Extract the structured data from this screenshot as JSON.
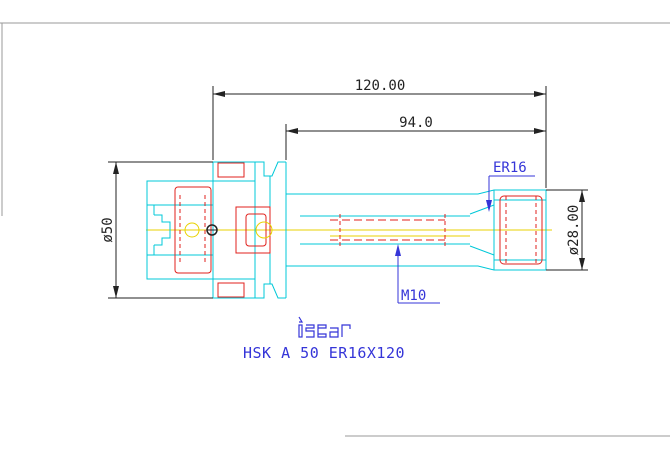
{
  "dimensions": {
    "overall_length": "120.00",
    "shank_length": "94.0",
    "flange_diameter": "ø50",
    "nose_diameter": "ø28.00"
  },
  "callouts": {
    "collet": "ER16",
    "screw": "M10"
  },
  "logo": {
    "brand": "iscar"
  },
  "part_name": "HSK A 50 ER16X120",
  "colors": {
    "outline": "#00c8d8",
    "hidden": "#e0201c",
    "centerline": "#e8d200",
    "annotation": "#3535d8",
    "dimension": "#222222"
  }
}
